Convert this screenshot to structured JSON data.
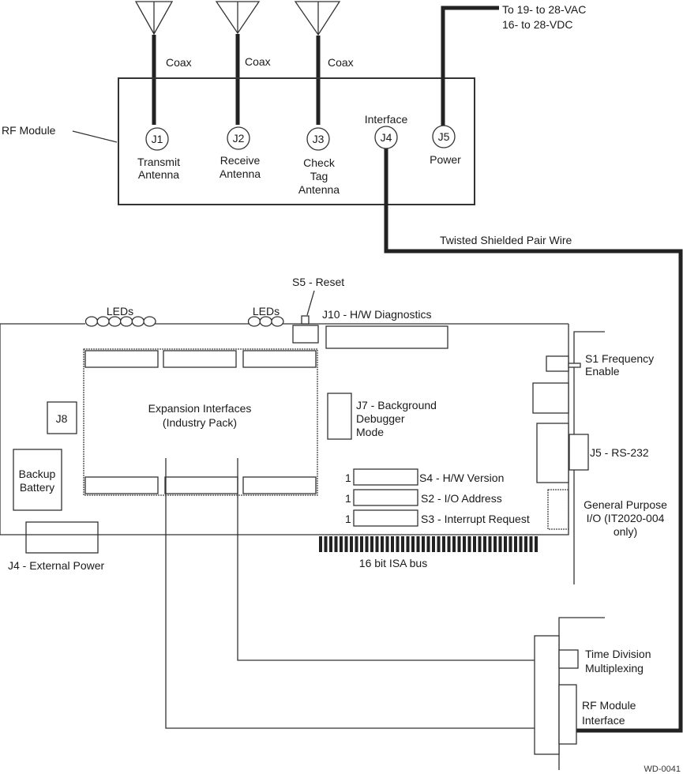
{
  "rf_module": {
    "label": "RF Module",
    "antenna_cables": [
      "Coax",
      "Coax",
      "Coax"
    ],
    "connectors": [
      {
        "id": "J1",
        "lines": [
          "Transmit",
          "Antenna"
        ]
      },
      {
        "id": "J2",
        "lines": [
          "Receive",
          "Antenna"
        ]
      },
      {
        "id": "J3",
        "lines": [
          "Check",
          "Tag",
          "Antenna"
        ]
      },
      {
        "id": "J4",
        "above": "Interface"
      },
      {
        "id": "J5",
        "lines": [
          "Power"
        ]
      }
    ],
    "power_source": [
      "To 19- to 28-VAC",
      "16- to 28-VDC"
    ],
    "interface_cable": "Twisted Shielded Pair Wire"
  },
  "board": {
    "leds_left": {
      "label": "LEDs",
      "count": 6
    },
    "leds_right": {
      "label": "LEDs",
      "count": 3
    },
    "s5": "S5 - Reset",
    "j10": "J10 - H/W Diagnostics",
    "s1": [
      "S1 Frequency",
      "Enable"
    ],
    "expansion": [
      "Expansion Interfaces",
      "(Industry Pack)"
    ],
    "j7": [
      "J7 - Background",
      "Debugger",
      "Mode"
    ],
    "j8": "J8",
    "battery": [
      "Backup",
      "Battery"
    ],
    "j5": "J5 - RS-232",
    "switches": [
      {
        "pin": "1",
        "label": "S4 - H/W Version"
      },
      {
        "pin": "1",
        "label": "S2 - I/O Address"
      },
      {
        "pin": "1",
        "label": "S3 - Interrupt Request"
      }
    ],
    "gpio": [
      "General Purpose",
      "I/O (IT2020-004",
      "only)"
    ],
    "isa": "16 bit ISA bus",
    "j4": "J4 - External Power"
  },
  "bracket": {
    "tdm": [
      "Time Division",
      "Multiplexing"
    ],
    "rfi": [
      "RF Module",
      "Interface"
    ]
  },
  "figure_id": "WD-0041"
}
